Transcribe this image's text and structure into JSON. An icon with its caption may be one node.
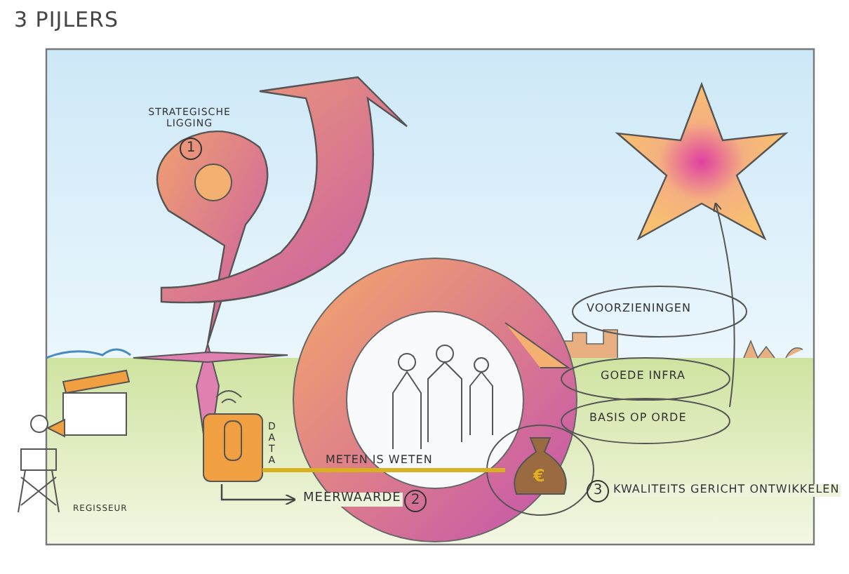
{
  "diagram": {
    "title": "3 PIJLERS",
    "labels": [
      "STRATEGISCHE LIGGING",
      "1",
      "VOORZIENINGEN",
      "GOEDE INFRA",
      "BASIS OP ORDE",
      "€",
      "DATA",
      "METEN IS WETEN",
      "REGISSEUR",
      "MEERWAARDE",
      "2",
      "3",
      "KWALITEITS GERICHT ONTWIKKELEN"
    ]
  }
}
